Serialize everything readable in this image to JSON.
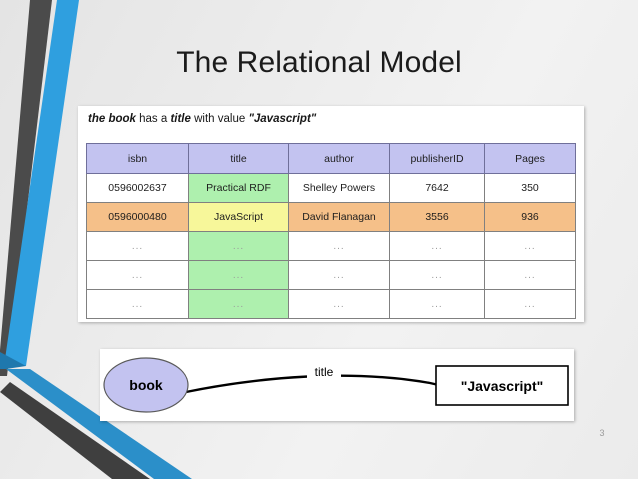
{
  "slide": {
    "title": "The Relational Model",
    "page_number": "3",
    "background_color": "#ececec",
    "decoration": {
      "blue_color": "#2f9fdf",
      "gray_color": "#4b4b4b"
    }
  },
  "table_card": {
    "caption": {
      "segments": [
        {
          "text": "the book",
          "style": "em"
        },
        {
          "text": " has a ",
          "style": "plain"
        },
        {
          "text": "title",
          "style": "em"
        },
        {
          "text": " with value ",
          "style": "plain"
        },
        {
          "text": "\"Javascript\"",
          "style": "em"
        }
      ]
    },
    "table": {
      "header_color": "#c3c3f0",
      "highlight_row_color": "#f5c089",
      "highlight_column_color": "#aef0ae",
      "highlight_cell_color": "#f7f79a",
      "columns": [
        "isbn",
        "title",
        "author",
        "publisherID",
        "Pages"
      ],
      "rows": [
        {
          "cells": [
            "0596002637",
            "Practical RDF",
            "Shelley Powers",
            "7642",
            "350"
          ],
          "row_fill": "#ffffff",
          "cell_fills": [
            "#ffffff",
            "#aef0ae",
            "#ffffff",
            "#ffffff",
            "#ffffff"
          ]
        },
        {
          "cells": [
            "0596000480",
            "JavaScript",
            "David Flanagan",
            "3556",
            "936"
          ],
          "row_fill": "#f5c089",
          "cell_fills": [
            "#f5c089",
            "#f7f79a",
            "#f5c089",
            "#f5c089",
            "#f5c089"
          ]
        },
        {
          "cells": [
            "...",
            "...",
            "...",
            "...",
            "..."
          ],
          "row_fill": "#ffffff",
          "cell_fills": [
            "#ffffff",
            "#aef0ae",
            "#ffffff",
            "#ffffff",
            "#ffffff"
          ]
        },
        {
          "cells": [
            "...",
            "...",
            "...",
            "...",
            "..."
          ],
          "row_fill": "#ffffff",
          "cell_fills": [
            "#ffffff",
            "#aef0ae",
            "#ffffff",
            "#ffffff",
            "#ffffff"
          ]
        },
        {
          "cells": [
            "...",
            "...",
            "...",
            "...",
            "..."
          ],
          "row_fill": "#ffffff",
          "cell_fills": [
            "#ffffff",
            "#aef0ae",
            "#ffffff",
            "#ffffff",
            "#ffffff"
          ]
        }
      ]
    }
  },
  "triple_diagram": {
    "subject_label": "book",
    "subject_fill": "#c3c3f0",
    "predicate_label": "title",
    "object_label": "\"Javascript\""
  }
}
